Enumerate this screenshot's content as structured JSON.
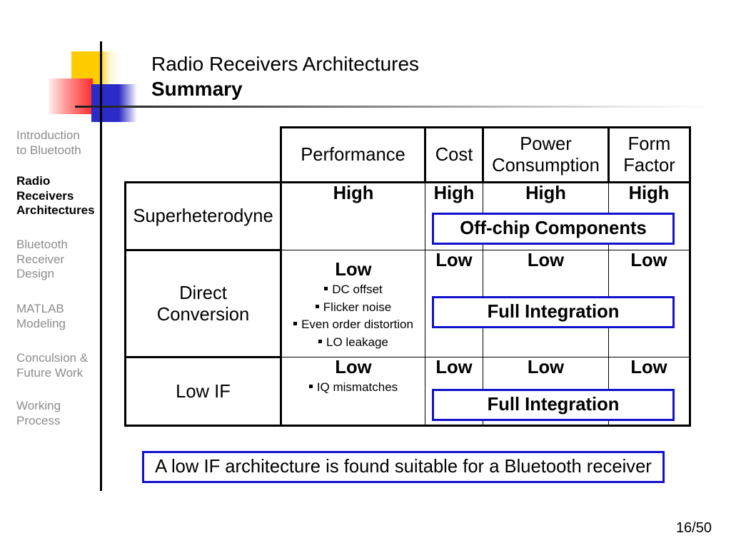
{
  "colors": {
    "accent_blue": "#1111CC",
    "nav_inactive": "#8C8C8C",
    "nav_active": "#000000",
    "deco_yellow": "#FFCC00",
    "deco_red": "#FF2A2A",
    "deco_blue": "#2B2BC8"
  },
  "header": {
    "title": "Radio Receivers Architectures",
    "subtitle": "Summary"
  },
  "sidebar": {
    "items": [
      {
        "lines": [
          "Introduction",
          "to Bluetooth"
        ],
        "active": false
      },
      {
        "lines": [
          "Radio",
          "Receivers",
          "Architectures"
        ],
        "active": true
      },
      {
        "lines": [
          "Bluetooth",
          "Receiver",
          "Design"
        ],
        "active": false
      },
      {
        "lines": [
          "MATLAB",
          "Modeling"
        ],
        "active": false
      },
      {
        "lines": [
          "Conculsion &",
          "Future Work"
        ],
        "active": false
      },
      {
        "lines": [
          "Working",
          "Process"
        ],
        "active": false
      }
    ]
  },
  "table": {
    "columns": [
      {
        "lines": [
          "Performance"
        ]
      },
      {
        "lines": [
          "Cost"
        ]
      },
      {
        "lines": [
          "Power",
          "Consumption"
        ]
      },
      {
        "lines": [
          "Form",
          "Factor"
        ]
      }
    ],
    "rows": [
      {
        "label": [
          "Superheterodyne"
        ],
        "performance": "High",
        "performance_notes": [],
        "cost": "High",
        "power_consumption": "High",
        "form_factor": "High",
        "callout": "Off-chip Components"
      },
      {
        "label": [
          "Direct",
          "Conversion"
        ],
        "performance": "Low",
        "performance_notes": [
          "DC offset",
          "Flicker noise",
          "Even order distortion",
          "LO leakage"
        ],
        "cost": "Low",
        "power_consumption": "Low",
        "form_factor": "Low",
        "callout": "Full Integration"
      },
      {
        "label": [
          "Low IF"
        ],
        "performance": "Low",
        "performance_notes": [
          "IQ mismatches"
        ],
        "cost": "Low",
        "power_consumption": "Low",
        "form_factor": "Low",
        "callout": "Full Integration"
      }
    ]
  },
  "conclusion": "A low IF architecture is found suitable for a Bluetooth receiver",
  "footer": {
    "page_number": "16/50"
  }
}
